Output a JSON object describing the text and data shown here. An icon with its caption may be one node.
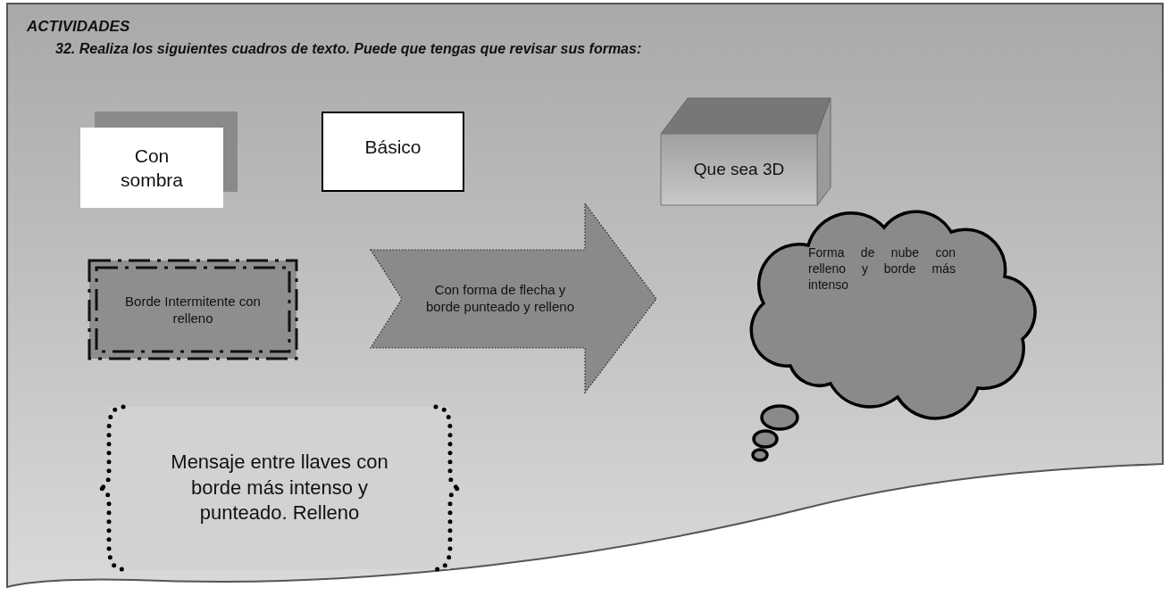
{
  "diagram": {
    "title": "ACTIVIDADES",
    "nodes": [
      {
        "text": [
          "Con sombra"
        ]
      },
      {
        "text": [
          "Básico"
        ]
      },
      {
        "text": [
          "Que sea 3D"
        ]
      },
      {
        "text": [
          "Borde Intermitente con relleno"
        ]
      },
      {
        "text": [
          "Con forma de flecha y borde punteado y relleno"
        ]
      },
      {
        "text": [
          "Forma de nube con relleno y borde más intenso"
        ]
      },
      {
        "text": [
          "Mensaje entre llaves con borde más intenso y punteado. Relleno"
        ]
      }
    ],
    "labels": [
      "32. Realiza los siguientes cuadros de texto. Puede que tengas que revisar sus formas:"
    ]
  }
}
